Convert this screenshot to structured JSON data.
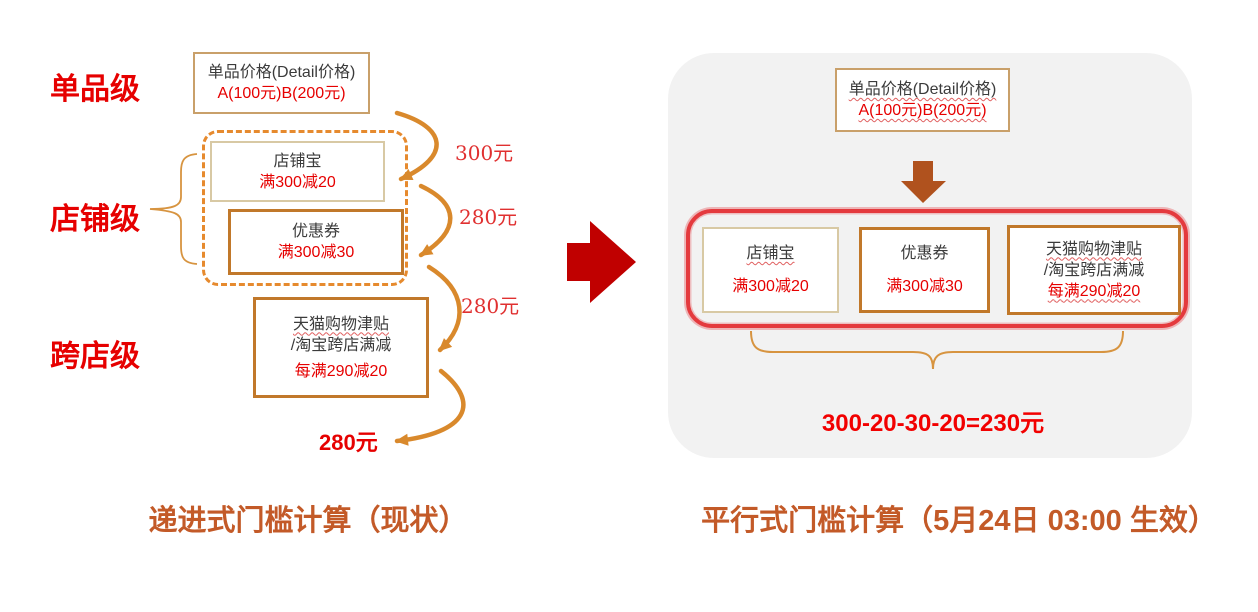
{
  "left": {
    "level_labels": [
      {
        "label": "单品级"
      },
      {
        "label": "店铺级"
      },
      {
        "label": "跨店级"
      }
    ],
    "price_box": {
      "title": "单品价格(Detail价格)",
      "value": "A(100元)B(200元)"
    },
    "shop_boxes": [
      {
        "title": "店铺宝",
        "value": "满300减20"
      },
      {
        "title": "优惠券",
        "value": "满300减30"
      }
    ],
    "cross_box": {
      "title_line1": "天猫购物津贴",
      "title_line2": "/淘宝跨店满减",
      "value": "每满290减20"
    },
    "step_amounts": [
      "300元",
      "280元",
      "280元"
    ],
    "final_amount": "280元",
    "caption": "递进式门槛计算（现状）"
  },
  "right": {
    "price_box": {
      "title": "单品价格(Detail价格)",
      "value": "A(100元)B(200元)"
    },
    "promo_boxes": [
      {
        "title": "店铺宝",
        "value": "满300减20"
      },
      {
        "title": "优惠券",
        "value": "满300减30"
      },
      {
        "title_line1": "天猫购物津贴",
        "title_line2": "/淘宝跨店满减",
        "value": "每满290减20"
      }
    ],
    "formula": "300-20-30-20=230元",
    "caption": "平行式门槛计算（5月24日 03:00 生效）"
  },
  "colors": {
    "red_text": "#e60000",
    "caption_rust": "#c35a28",
    "big_arrow_red": "#c00000",
    "down_arrow_rust": "#b0521e",
    "dashed_border_orange": "#e68a2e",
    "box_border_dark_orange": "#c1782a",
    "box_border_tan": "#c9a06a",
    "box_border_light_tan": "#d8c9a4",
    "curve_arrow_orange": "#d9892c",
    "brace_tan": "#d79440",
    "panel_gray": "#f2f2f2",
    "highlight_border_red": "#e43a3e"
  }
}
